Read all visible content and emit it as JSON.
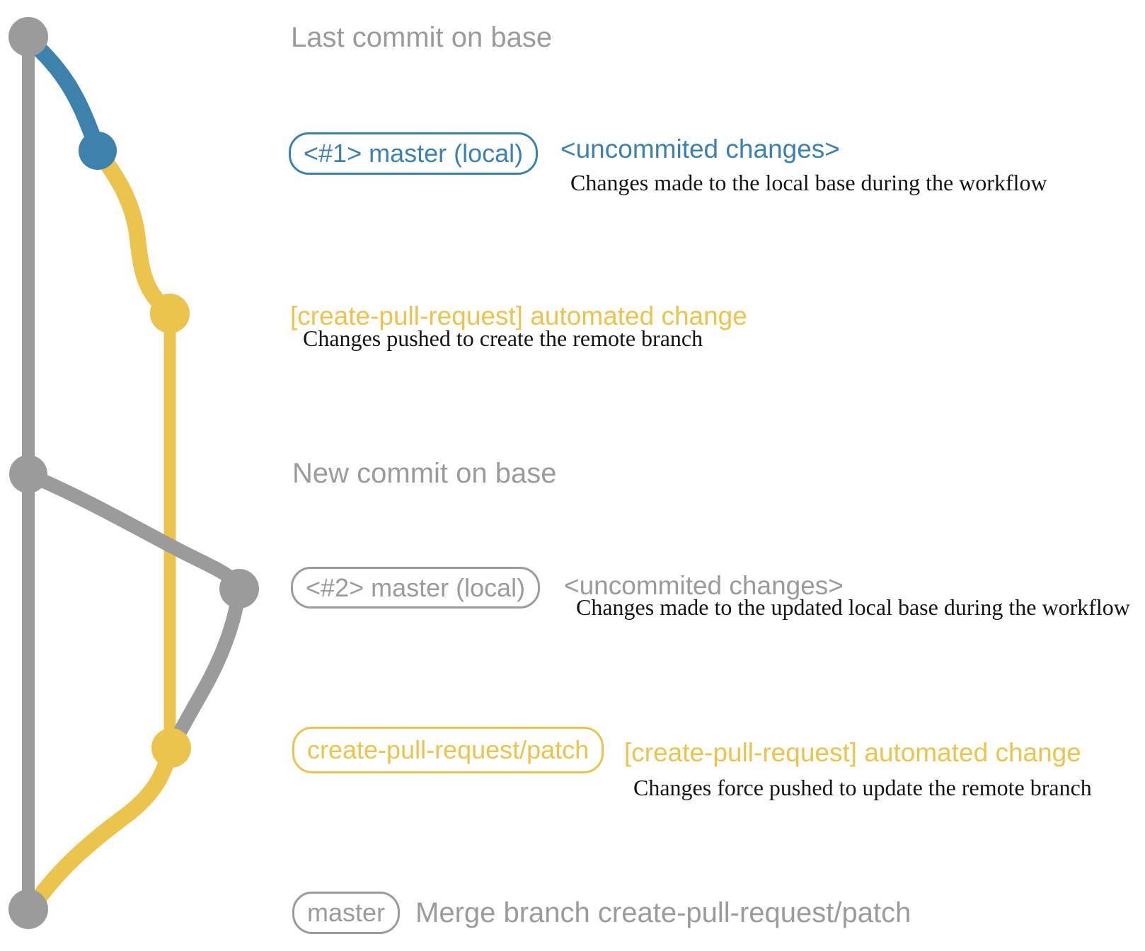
{
  "diagram_colors": {
    "base_gray": "#9b9b9b",
    "local_blue": "#3c82ad",
    "remote_yellow": "#eac44d",
    "description_black": "#141414"
  },
  "rows": {
    "last_commit": {
      "title": "Last commit on base"
    },
    "local_commit_1": {
      "badge": "<#1> master (local)",
      "note": "<uncommited changes>",
      "description": "Changes made to the local base during the workflow"
    },
    "remote_commit_1": {
      "heading": "[create-pull-request] automated change",
      "description": "Changes pushed to create the remote branch"
    },
    "new_commit": {
      "title": "New commit on base"
    },
    "local_commit_2": {
      "badge": "<#2> master (local)",
      "note": "<uncommited changes>",
      "description": "Changes made to the updated local base during the workflow"
    },
    "remote_commit_2": {
      "badge": "create-pull-request/patch",
      "heading": "[create-pull-request] automated change",
      "description": "Changes force pushed to update the remote branch"
    },
    "merge_commit": {
      "badge": "master",
      "title": "Merge branch create-pull-request/patch"
    }
  }
}
